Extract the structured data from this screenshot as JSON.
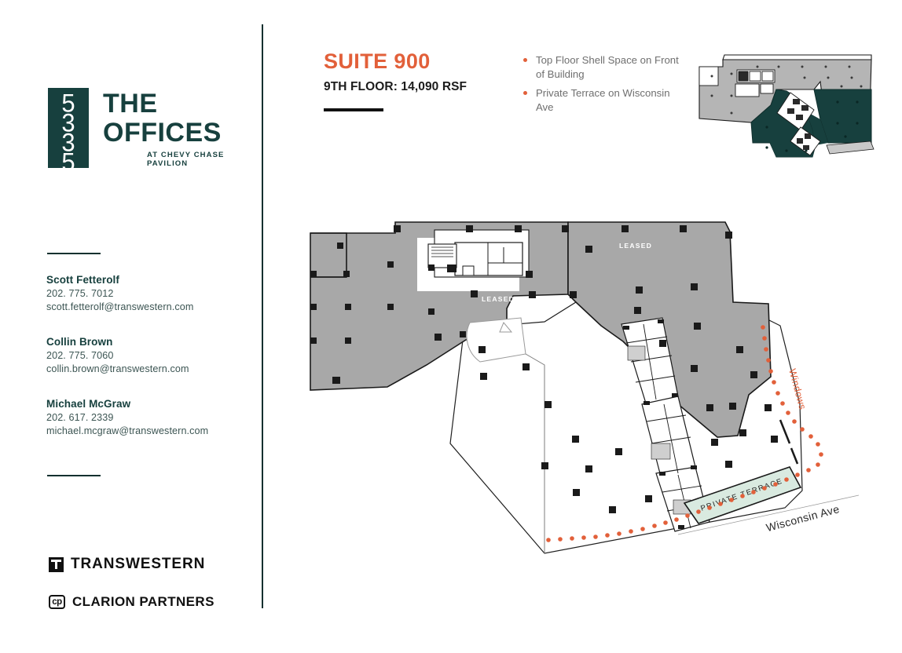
{
  "brand": {
    "logo_number": "5335",
    "logo_digits": [
      "5",
      "3",
      "3",
      "5"
    ],
    "logo_line1": "THE",
    "logo_line2": "OFFICES",
    "logo_sub": "AT CHEVY CHASE PAVILION",
    "teal": "#17403e",
    "orange": "#E2603A"
  },
  "contacts": [
    {
      "name": "Scott Fetterolf",
      "phone": "202. 775. 7012",
      "email": "scott.fetterolf@transwestern.com"
    },
    {
      "name": "Collin Brown",
      "phone": "202. 775. 7060",
      "email": "collin.brown@transwestern.com"
    },
    {
      "name": "Michael McGraw",
      "phone": "202. 617. 2339",
      "email": "michael.mcgraw@transwestern.com"
    }
  ],
  "footer": {
    "transwestern": "TRANSWESTERN",
    "transwestern_mark": "T",
    "clarion": "CLARION PARTNERS",
    "clarion_mark": "cp"
  },
  "header": {
    "title": "SUITE 900",
    "subtitle": "9TH FLOOR: 14,090 RSF",
    "bullets": [
      "Top Floor Shell Space on Front of Building",
      "Private Terrace on Wisconsin Ave"
    ]
  },
  "floorplan": {
    "leased_label_1": "LEASED",
    "leased_label_2": "LEASED",
    "terrace_label": "PRIVATE TERRACE",
    "street_label": "Wisconsin Ave",
    "windows_label": "Windows",
    "colors": {
      "leased_fill": "#a8a8a8",
      "available_fill": "#ffffff",
      "terrace_fill": "#d9eae0",
      "outline": "#1a1a1a",
      "window_dots": "#E2603A"
    }
  },
  "keymap": {
    "available_fill": "#17403e",
    "leased_fill": "#b5b5b5"
  }
}
